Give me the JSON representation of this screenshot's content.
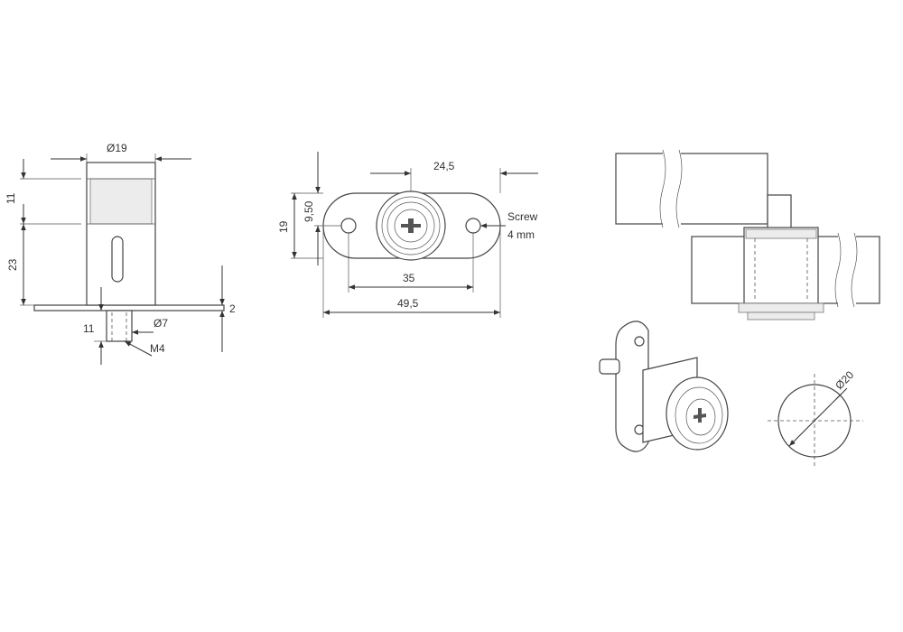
{
  "side_view": {
    "dia_outer": "Ø19",
    "height_top": "11",
    "height_body": "23",
    "plate_thickness": "2",
    "pin_length": "11",
    "pin_dia": "Ø7",
    "thread": "M4"
  },
  "front_view": {
    "hole_offset": "24,5",
    "height_half": "9,50",
    "height_total": "19",
    "screw_label": "Screw",
    "screw_size": "4 mm",
    "hole_spacing": "35",
    "plate_length": "49,5"
  },
  "cutout": {
    "hole_dia": "Ø20"
  }
}
